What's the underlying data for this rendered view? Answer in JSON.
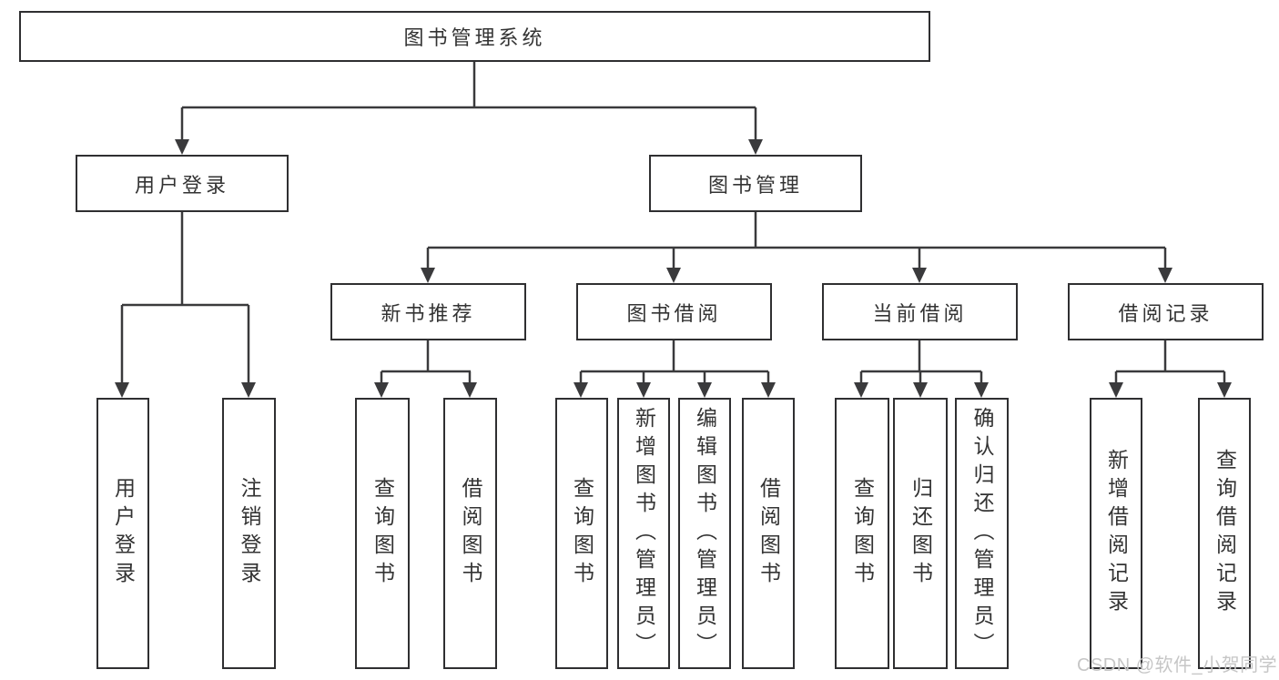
{
  "diagram_title": "图书管理系统",
  "tree": {
    "label": "图书管理系统",
    "children": [
      {
        "label": "用户登录",
        "children": [
          {
            "label": "用户登录"
          },
          {
            "label": "注销登录"
          }
        ]
      },
      {
        "label": "图书管理",
        "children": [
          {
            "label": "新书推荐",
            "children": [
              {
                "label": "查询图书"
              },
              {
                "label": "借阅图书"
              }
            ]
          },
          {
            "label": "图书借阅",
            "children": [
              {
                "label": "查询图书"
              },
              {
                "label": "新增图书（管理员）"
              },
              {
                "label": "编辑图书（管理员）"
              },
              {
                "label": "借阅图书"
              }
            ]
          },
          {
            "label": "当前借阅",
            "children": [
              {
                "label": "查询图书"
              },
              {
                "label": "归还图书"
              },
              {
                "label": "确认归还（管理员）"
              }
            ]
          },
          {
            "label": "借阅记录",
            "children": [
              {
                "label": "新增借阅记录"
              },
              {
                "label": "查询借阅记录"
              }
            ]
          }
        ]
      }
    ]
  },
  "watermark": {
    "text": "CSDN @软件_小贺同学"
  },
  "colors": {
    "background": "#ffffff",
    "line": "#3a3a3c",
    "box_border": "#2f2f31",
    "text": "#333333",
    "watermark": "#c6c6c6"
  }
}
